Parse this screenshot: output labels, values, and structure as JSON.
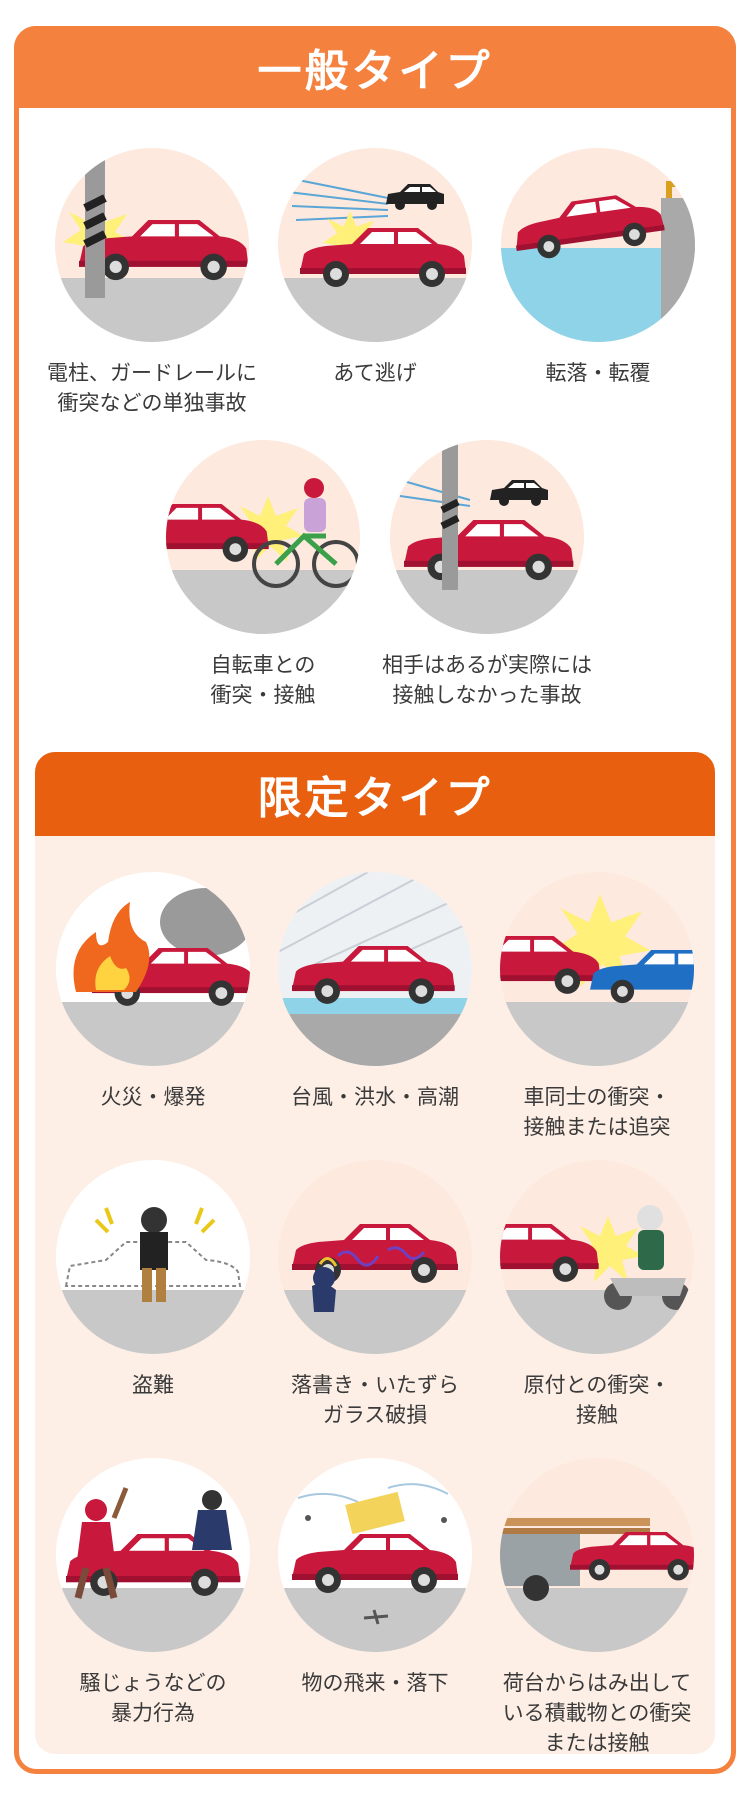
{
  "general": {
    "title": "一般タイプ",
    "items": [
      {
        "label": "電柱、ガードレールに\n衝突などの単独事故",
        "icon": "pole-collision-icon"
      },
      {
        "label": "あて逃げ",
        "icon": "hit-and-run-icon"
      },
      {
        "label": "転落・転覆",
        "icon": "car-fall-icon"
      },
      {
        "label": "自転車との\n衝突・接触",
        "icon": "bicycle-collision-icon"
      },
      {
        "label": "相手はあるが実際には\n接触しなかった事故",
        "icon": "near-miss-icon"
      }
    ]
  },
  "limited": {
    "title": "限定タイプ",
    "items": [
      {
        "label": "火災・爆発",
        "icon": "car-fire-icon"
      },
      {
        "label": "台風・洪水・高潮",
        "icon": "flood-icon"
      },
      {
        "label": "車同士の衝突・\n接触または追突",
        "icon": "car-to-car-collision-icon"
      },
      {
        "label": "盗難",
        "icon": "theft-icon"
      },
      {
        "label": "落書き・いたずら\nガラス破損",
        "icon": "vandalism-icon"
      },
      {
        "label": "原付との衝突・\n接触",
        "icon": "scooter-collision-icon"
      },
      {
        "label": "騒じょうなどの\n暴力行為",
        "icon": "riot-icon"
      },
      {
        "label": "物の飛来・落下",
        "icon": "falling-object-icon"
      },
      {
        "label": "荷台からはみ出して\nいる積載物との衝突\nまたは接触",
        "icon": "cargo-collision-icon"
      }
    ]
  },
  "colors": {
    "frame": "#f5813f",
    "limited_header": "#e8600f",
    "limited_bg": "#fdefe6",
    "car": "#c8193c"
  }
}
